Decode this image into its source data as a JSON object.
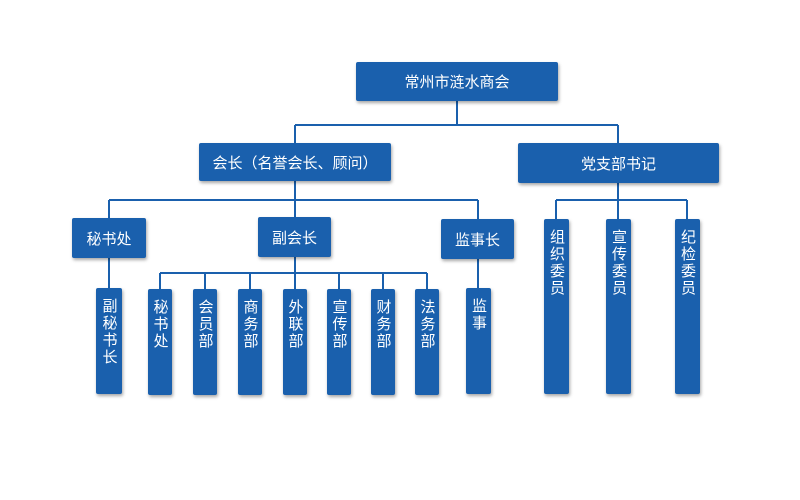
{
  "chamber": {
    "name": "常州市涟水商会"
  },
  "president": {
    "label": "会长（名誉会长、顾问）"
  },
  "party": {
    "label": "党支部书记"
  },
  "secretariat": {
    "label": "秘书处"
  },
  "vice_president": {
    "label": "副会长"
  },
  "supervisor": {
    "label": "监事长"
  },
  "deputy_secretary": {
    "label": "副秘书长"
  },
  "departments": [
    "秘书处",
    "会员部",
    "商务部",
    "外联部",
    "宣传部",
    "财务部",
    "法务部"
  ],
  "supervisor_sub": {
    "label": "监事"
  },
  "party_members": [
    "组织委员",
    "宣传委员",
    "纪检委员"
  ],
  "colors": {
    "box": "#1a60ad",
    "line": "#1a60ad",
    "text": "#ffffff"
  }
}
